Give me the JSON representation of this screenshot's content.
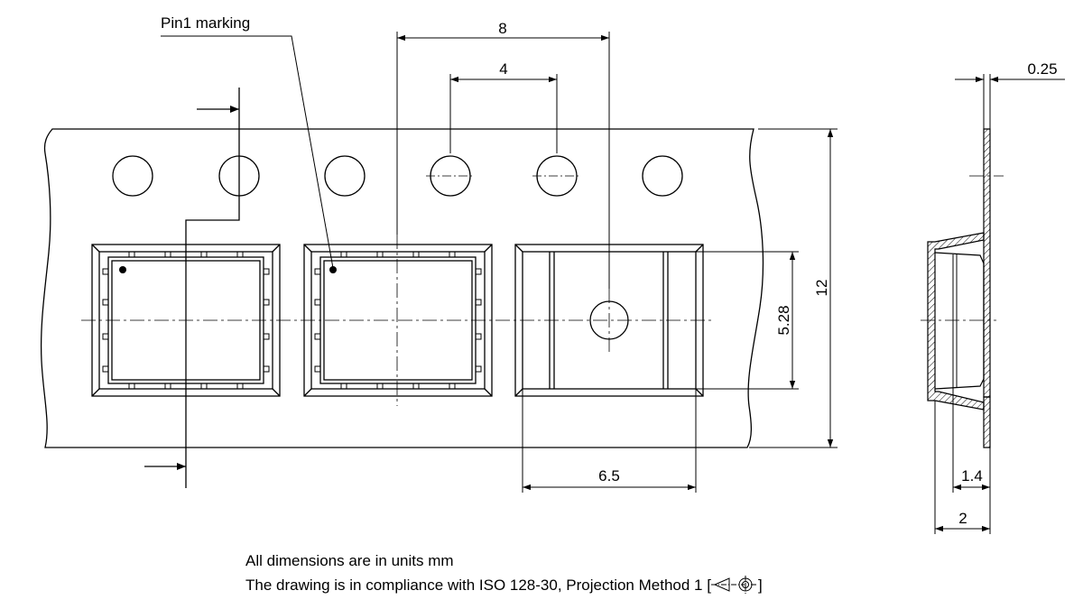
{
  "labels": {
    "pin1_marking": "Pin1 marking"
  },
  "dimensions": {
    "pocket_pitch": "8",
    "sprocket_pitch": "4",
    "tape_thickness": "0.25",
    "tape_width": "12",
    "pocket_width": "5.28",
    "pocket_length": "6.5",
    "pocket_depth": "1.4",
    "overall_depth": "2"
  },
  "notes": {
    "units": "All dimensions are in units mm",
    "projection_prefix": "The drawing is in compliance with ISO 128-30, Projection Method 1 [",
    "projection_suffix": "]"
  },
  "icons": {
    "projection_symbol": "first-angle-projection-icon"
  },
  "colors": {
    "line": "#000000",
    "background": "#ffffff"
  }
}
